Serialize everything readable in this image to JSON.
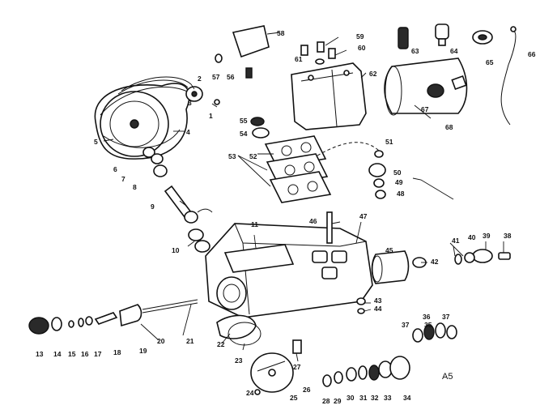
{
  "diagram": {
    "reference_code": "A5",
    "part_numbers": [
      "1",
      "2",
      "3",
      "4",
      "5",
      "6",
      "7",
      "8",
      "9",
      "10",
      "11",
      "13",
      "14",
      "15",
      "16",
      "17",
      "18",
      "19",
      "20",
      "21",
      "22",
      "23",
      "24",
      "25",
      "26",
      "27",
      "28",
      "29",
      "30",
      "31",
      "32",
      "33",
      "34",
      "35",
      "36",
      "37",
      "38",
      "39",
      "40",
      "41",
      "42",
      "43",
      "44",
      "45",
      "46",
      "47",
      "48",
      "49",
      "50",
      "51",
      "52",
      "53",
      "54",
      "55",
      "56",
      "57",
      "58",
      "59",
      "60",
      "61",
      "62",
      "63",
      "64",
      "65",
      "66",
      "67",
      "68"
    ]
  }
}
